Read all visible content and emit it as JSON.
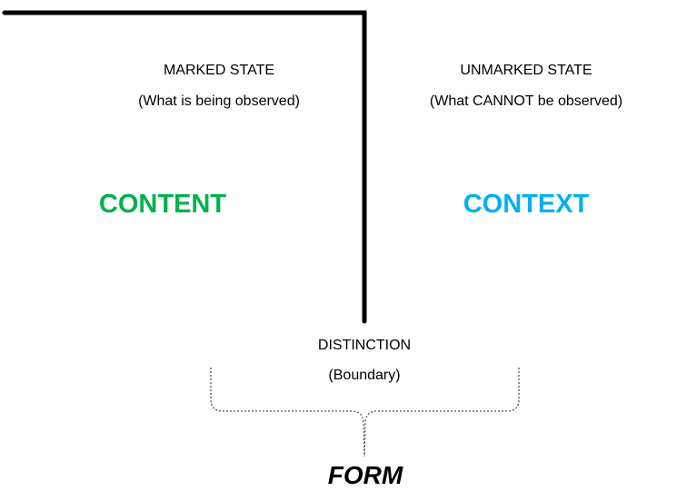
{
  "marked": {
    "title": "MARKED STATE",
    "subtitle": "(What is being observed)"
  },
  "unmarked": {
    "title": "UNMARKED STATE",
    "subtitle": "(What CANNOT be observed)"
  },
  "content_label": "CONTENT",
  "context_label": "CONTEXT",
  "distinction": {
    "title": "DISTINCTION",
    "subtitle": "(Boundary)"
  },
  "form_label": "FORM",
  "colors": {
    "content": "#00b050",
    "context": "#00b0f0",
    "line": "#000000",
    "brace": "#555555"
  }
}
